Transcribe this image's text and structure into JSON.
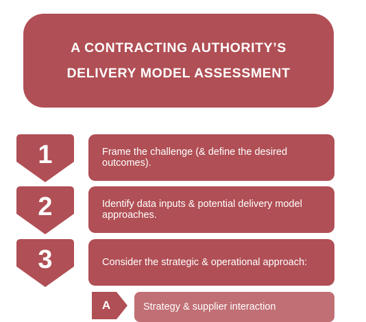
{
  "title": {
    "line1": "A CONTRACTING AUTHORITY’S",
    "line2": "DELIVERY MODEL ASSESSMENT"
  },
  "steps": [
    {
      "number": "1",
      "text": "Frame the challenge (& define the desired outcomes)."
    },
    {
      "number": "2",
      "text": "Identify data inputs & potential delivery model approaches."
    },
    {
      "number": "3",
      "text": "Consider the strategic & operational approach:"
    }
  ],
  "substeps": [
    {
      "letter": "A",
      "text": "Strategy & supplier interaction"
    }
  ],
  "colors": {
    "primary": "#b04f55",
    "substep": "#c06f74",
    "text": "#ffffff"
  }
}
